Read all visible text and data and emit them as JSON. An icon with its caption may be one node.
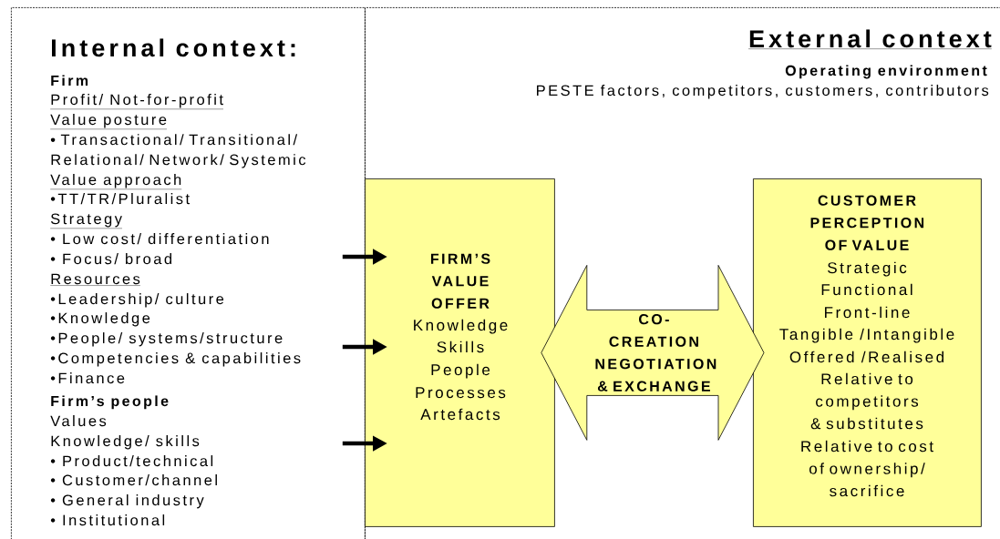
{
  "diagram": {
    "nodes": [
      {
        "text": [
          "Internal context:",
          "Firm",
          "Profit/ Not-for-profit",
          "Value posture",
          "• Transactional/ Transitional/ Relational/ Network/ Systemic",
          "Value approach",
          "•TT/TR/Pluralist",
          "Strategy",
          "• Low cost/ differentiation",
          "• Focus/ broad",
          "Resources",
          "•Leadership/ culture",
          "•Knowledge",
          "•People/ systems/structure",
          "•Competencies & capabilities",
          "•Finance",
          "Firm’s people",
          "Values",
          "Knowledge/ skills",
          "• Product/technical",
          "• Customer/channel",
          "• General industry",
          "• Institutional"
        ]
      },
      {
        "text": [
          "External context",
          "Operating environment",
          "PESTE factors, competitors, customers, contributors"
        ]
      },
      {
        "text": [
          "FIRM’S VALUE OFFER",
          "Knowledge",
          "Skills",
          "People",
          "Processes",
          "Artefacts"
        ],
        "in": 1
      },
      {
        "text": [
          "CUSTOMER PERCEPTION OF VALUE",
          "Strategic",
          "Functional",
          "Front-line",
          "Tangible /Intangible",
          "Offered /Realised",
          "Relative to competitors & substitutes",
          "Relative to cost of ownership/ sacrifice"
        ],
        "in": 1
      }
    ],
    "edges": [
      {
        "from": 0,
        "to": 2,
        "arrow": "to"
      },
      {
        "from": 0,
        "to": 2,
        "arrow": "to"
      },
      {
        "from": 0,
        "to": 2,
        "arrow": "to"
      },
      {
        "from": 2,
        "to": 3,
        "arrow": "both",
        "label": "CO-CREATION NEGOTIATION & EXCHANGE"
      }
    ]
  }
}
